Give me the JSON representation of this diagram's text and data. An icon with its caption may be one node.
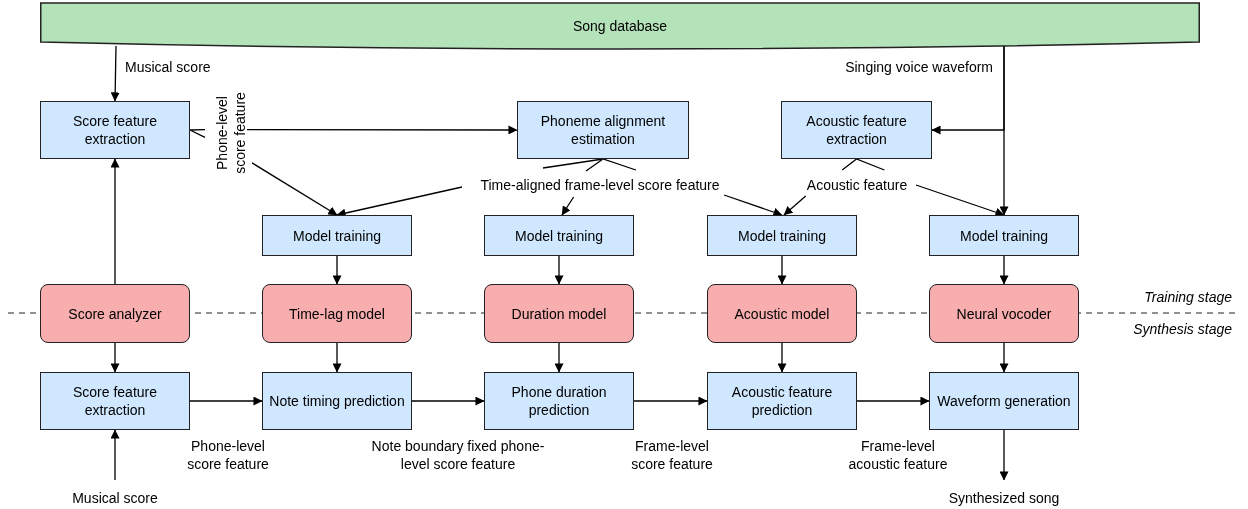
{
  "diagram": {
    "nodes": [
      {
        "text": [
          "Song database"
        ]
      },
      {
        "text": [
          "Score feature extraction"
        ]
      },
      {
        "text": [
          "Phoneme alignment estimation"
        ]
      },
      {
        "text": [
          "Acoustic feature extraction"
        ]
      },
      {
        "text": [
          "Model training"
        ]
      },
      {
        "text": [
          "Model training"
        ]
      },
      {
        "text": [
          "Model training"
        ]
      },
      {
        "text": [
          "Model training"
        ]
      },
      {
        "text": [
          "Score analyzer"
        ]
      },
      {
        "text": [
          "Time-lag model"
        ]
      },
      {
        "text": [
          "Duration model"
        ]
      },
      {
        "text": [
          "Acoustic model"
        ]
      },
      {
        "text": [
          "Neural vocoder"
        ]
      },
      {
        "text": [
          "Score feature extraction"
        ]
      },
      {
        "text": [
          "Note timing prediction"
        ]
      },
      {
        "text": [
          "Phone duration prediction"
        ]
      },
      {
        "text": [
          "Acoustic feature prediction"
        ]
      },
      {
        "text": [
          "Waveform generation"
        ]
      },
      {
        "text": [
          "Phone-level score feature"
        ]
      },
      {
        "text": [
          "Time-aligned frame-level score feature"
        ]
      },
      {
        "text": [
          "Acoustic feature"
        ]
      },
      {
        "text": [
          "Musical score"
        ]
      },
      {
        "text": [
          "Synthesized song"
        ]
      }
    ],
    "edges": [
      {
        "from": 0,
        "to": 1,
        "arrow": "to",
        "label": "Musical score"
      },
      {
        "from": 0,
        "to": 3,
        "arrow": "to"
      },
      {
        "from": 0,
        "to": 7,
        "arrow": "to",
        "label": "Singing voice waveform"
      },
      {
        "from": 1,
        "to": 18,
        "arrow": "none"
      },
      {
        "from": 18,
        "to": 2,
        "arrow": "to"
      },
      {
        "from": 18,
        "to": 4,
        "arrow": "to"
      },
      {
        "from": 2,
        "to": 19,
        "arrow": "none"
      },
      {
        "from": 19,
        "to": 4,
        "arrow": "to"
      },
      {
        "from": 19,
        "to": 5,
        "arrow": "to"
      },
      {
        "from": 19,
        "to": 6,
        "arrow": "to"
      },
      {
        "from": 3,
        "to": 20,
        "arrow": "none"
      },
      {
        "from": 20,
        "to": 6,
        "arrow": "to"
      },
      {
        "from": 20,
        "to": 7,
        "arrow": "to"
      },
      {
        "from": 4,
        "to": 9,
        "arrow": "to"
      },
      {
        "from": 5,
        "to": 10,
        "arrow": "to"
      },
      {
        "from": 6,
        "to": 11,
        "arrow": "to"
      },
      {
        "from": 7,
        "to": 12,
        "arrow": "to"
      },
      {
        "from": 8,
        "to": 1,
        "arrow": "to"
      },
      {
        "from": 8,
        "to": 13,
        "arrow": "to"
      },
      {
        "from": 9,
        "to": 14,
        "arrow": "to"
      },
      {
        "from": 10,
        "to": 15,
        "arrow": "to"
      },
      {
        "from": 11,
        "to": 16,
        "arrow": "to"
      },
      {
        "from": 12,
        "to": 17,
        "arrow": "to"
      },
      {
        "from": 13,
        "to": 14,
        "arrow": "to",
        "label": "Phone-level score feature"
      },
      {
        "from": 14,
        "to": 15,
        "arrow": "to",
        "label": "Note boundary fixed phone-level score feature"
      },
      {
        "from": 15,
        "to": 16,
        "arrow": "to",
        "label": "Frame-level score feature"
      },
      {
        "from": 16,
        "to": 17,
        "arrow": "to",
        "label": "Frame-level acoustic feature"
      },
      {
        "from": 21,
        "to": 13,
        "arrow": "to"
      },
      {
        "from": 17,
        "to": 22,
        "arrow": "to"
      }
    ],
    "labels": [
      "Training stage",
      "Synthesis stage"
    ]
  }
}
